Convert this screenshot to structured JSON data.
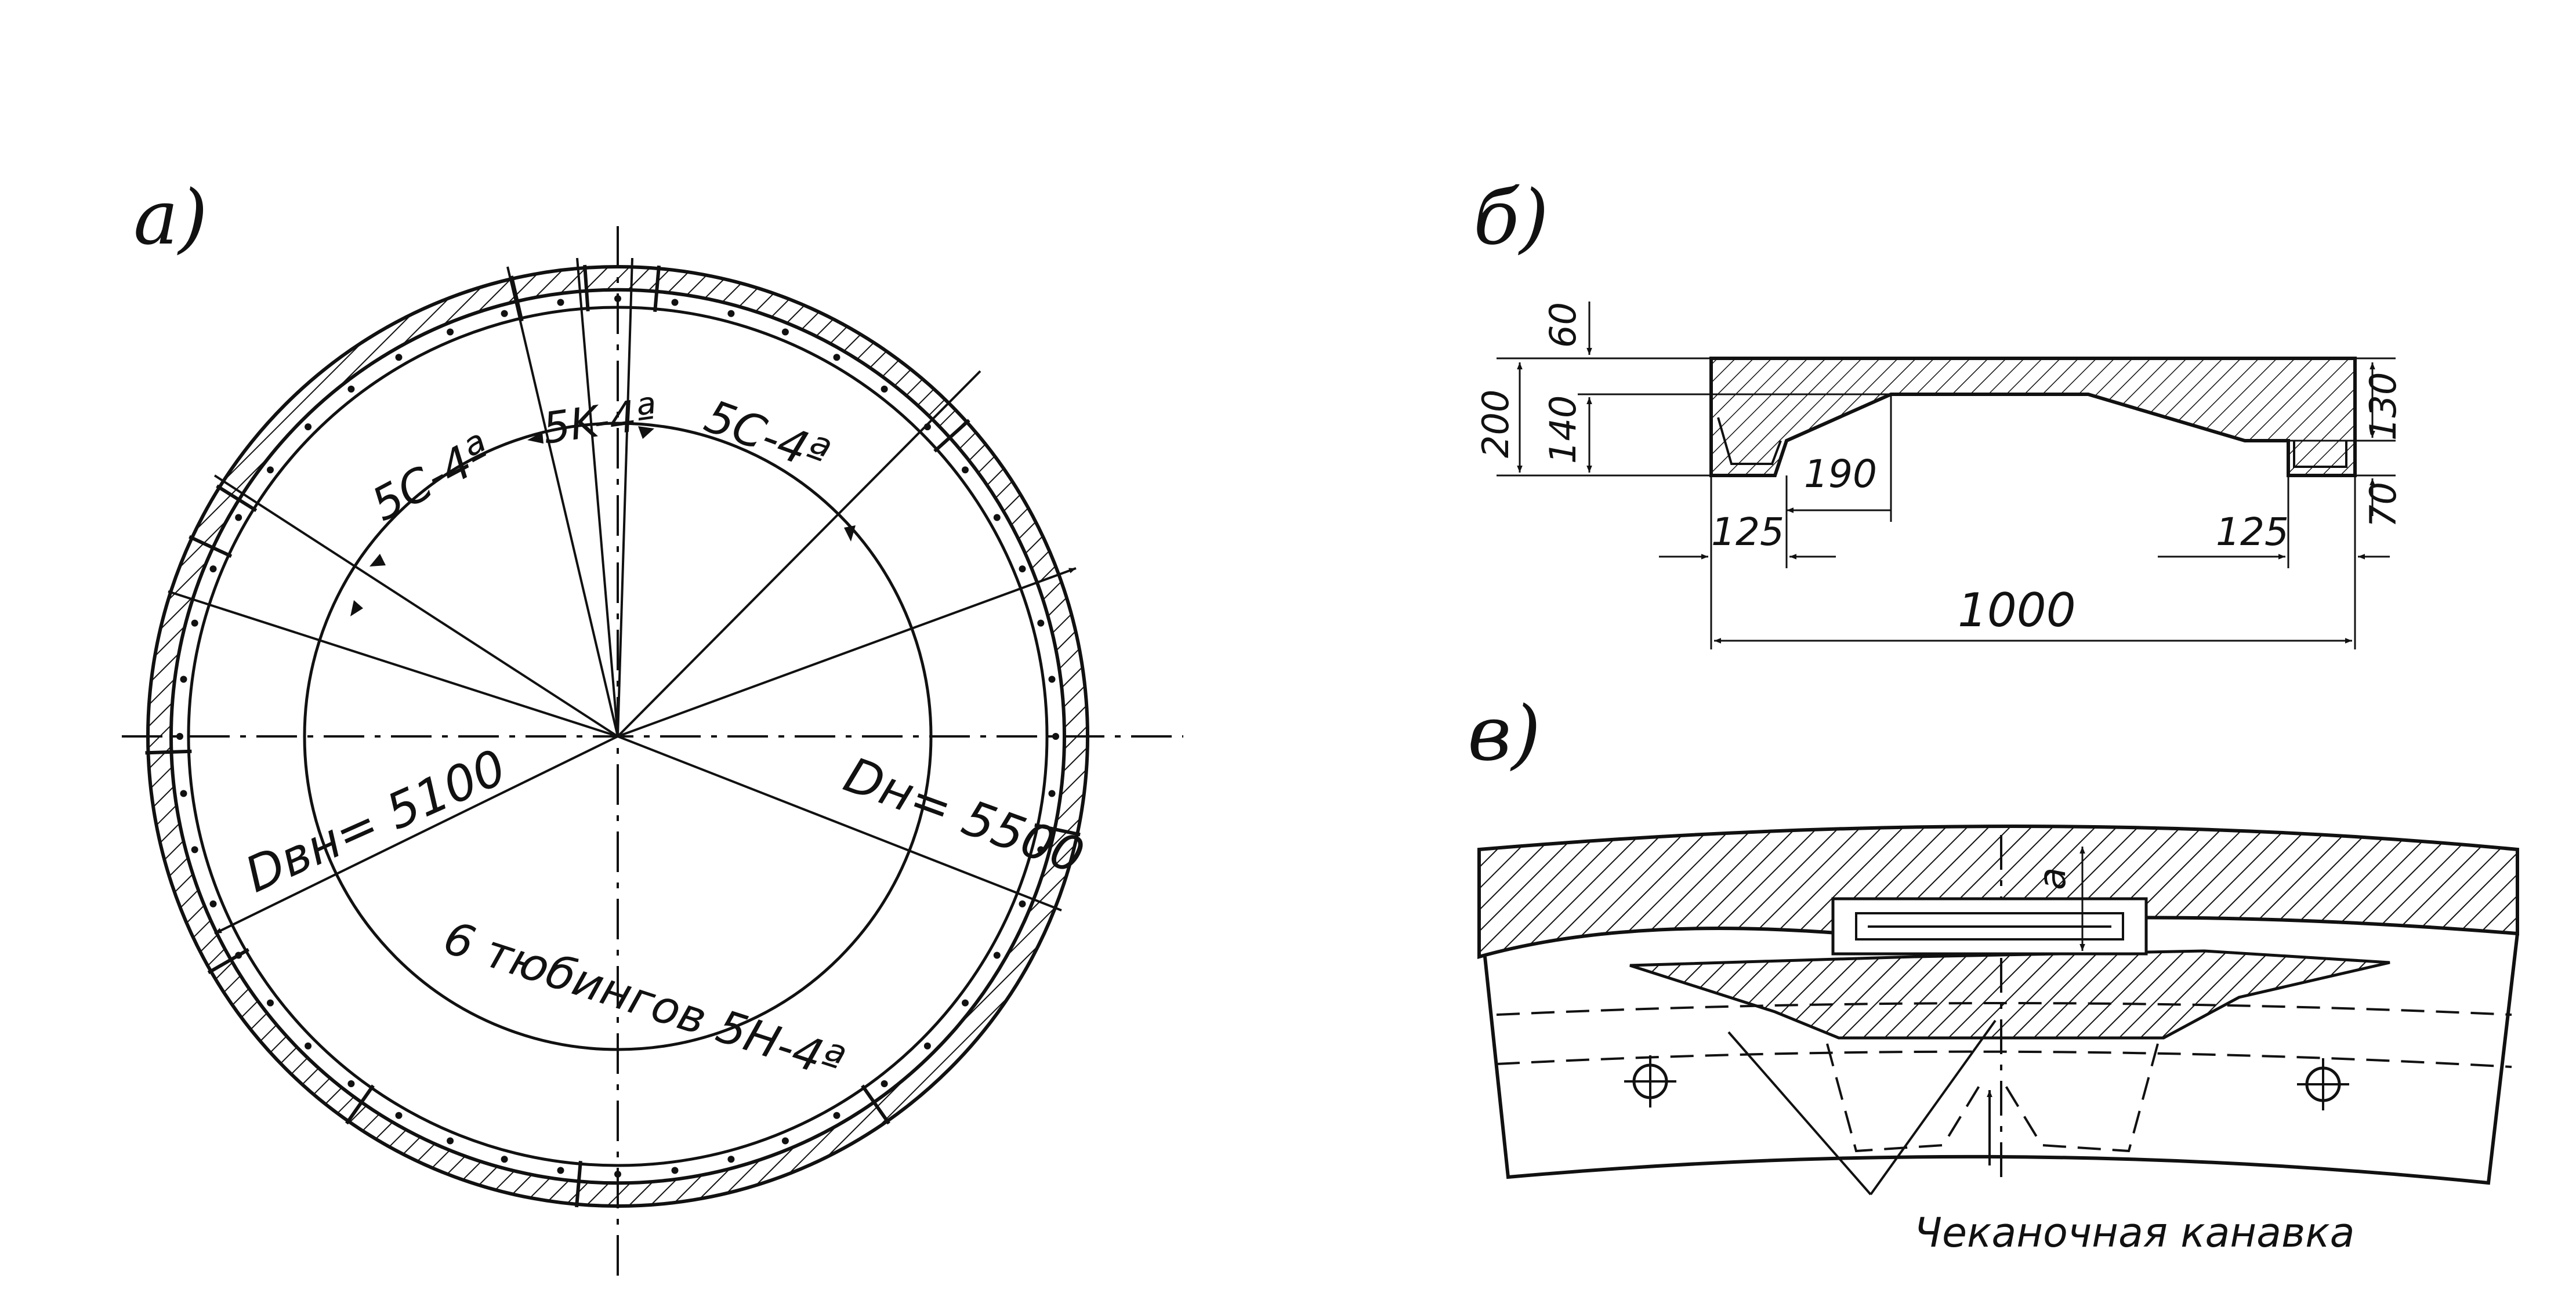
{
  "panels": {
    "a": {
      "label": "а)",
      "segment_top_left": "5C-4ª",
      "segment_key": "5K-4ª",
      "segment_top_right": "5C-4ª",
      "inner_diameter": "Dвн= 5100",
      "outer_diameter": "Dн= 5500",
      "bottom_note": "6 тюбингов 5H-4ª"
    },
    "b": {
      "label": "б)",
      "dims": {
        "d60": "60",
        "d140": "140",
        "d200": "200",
        "d190": "190",
        "d125_left": "125",
        "d125_right": "125",
        "d1000": "1000",
        "d130": "130",
        "d70": "70"
      }
    },
    "c": {
      "label": "в)",
      "dim_a": "a",
      "caption": "Чеканочная канавка"
    }
  },
  "colors": {
    "ink": "#111111",
    "background": "#ffffff"
  }
}
